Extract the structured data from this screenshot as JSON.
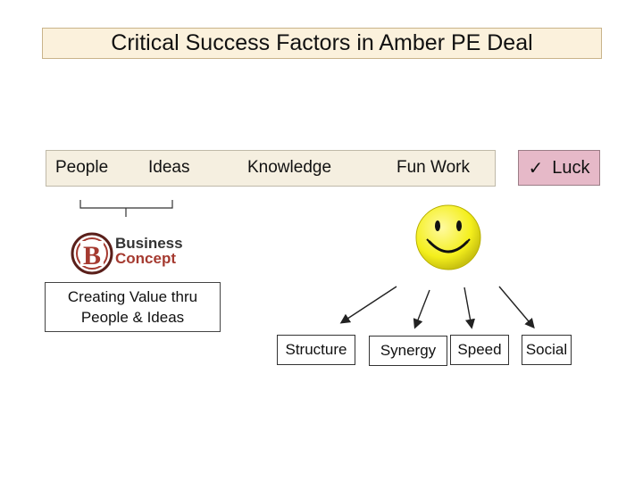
{
  "title": "Critical Success Factors in Amber PE Deal",
  "factors": [
    "People",
    "Ideas",
    "Knowledge",
    "Fun Work"
  ],
  "luck": {
    "check": "✓",
    "label": "Luck"
  },
  "business_concept": {
    "line1": "Business",
    "line2": "Concept",
    "monogram": "B"
  },
  "creating_value": {
    "line1": "Creating Value thru",
    "line2": "People & Ideas"
  },
  "fun_work_components": [
    "Structure",
    "Synergy",
    "Speed",
    "Social"
  ],
  "colors": {
    "title_bg": "#fbf1dc",
    "luck_bg": "#e6b9c8",
    "smiley": "#f4ef1c",
    "brand": "#a53a30"
  }
}
